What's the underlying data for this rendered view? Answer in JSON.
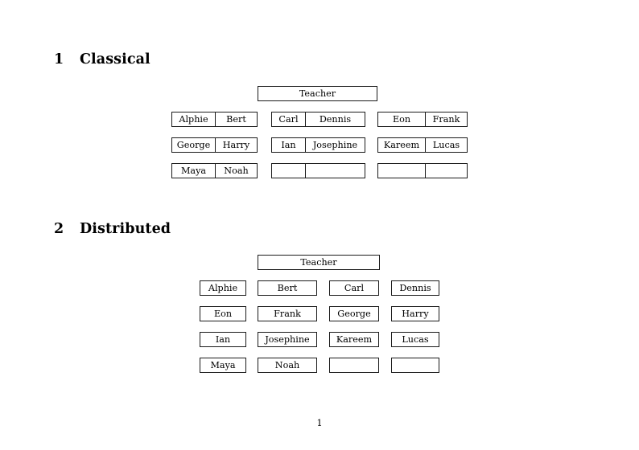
{
  "document": {
    "page_number": "1"
  },
  "sections": [
    {
      "number": "1",
      "title": "Classical",
      "teacher_label": "Teacher",
      "groups": [
        {
          "name": "group-left",
          "rows": [
            [
              "Alphie",
              "Bert"
            ],
            [
              "George",
              "Harry"
            ],
            [
              "Maya",
              "Noah"
            ]
          ]
        },
        {
          "name": "group-middle",
          "rows": [
            [
              "Carl",
              "Dennis"
            ],
            [
              "Ian",
              "Josephine"
            ],
            [
              "",
              ""
            ]
          ]
        },
        {
          "name": "group-right",
          "rows": [
            [
              "Eon",
              "Frank"
            ],
            [
              "Kareem",
              "Lucas"
            ],
            [
              "",
              ""
            ]
          ]
        }
      ]
    },
    {
      "number": "2",
      "title": "Distributed",
      "teacher_label": "Teacher",
      "rows": [
        [
          "Alphie",
          "Bert",
          "Carl",
          "Dennis"
        ],
        [
          "Eon",
          "Frank",
          "George",
          "Harry"
        ],
        [
          "Ian",
          "Josephine",
          "Kareem",
          "Lucas"
        ],
        [
          "Maya",
          "Noah",
          "",
          ""
        ]
      ]
    }
  ],
  "colors": {
    "page_background": "#ffffff",
    "text": "#000000",
    "box_border": "#1a1a1a"
  }
}
